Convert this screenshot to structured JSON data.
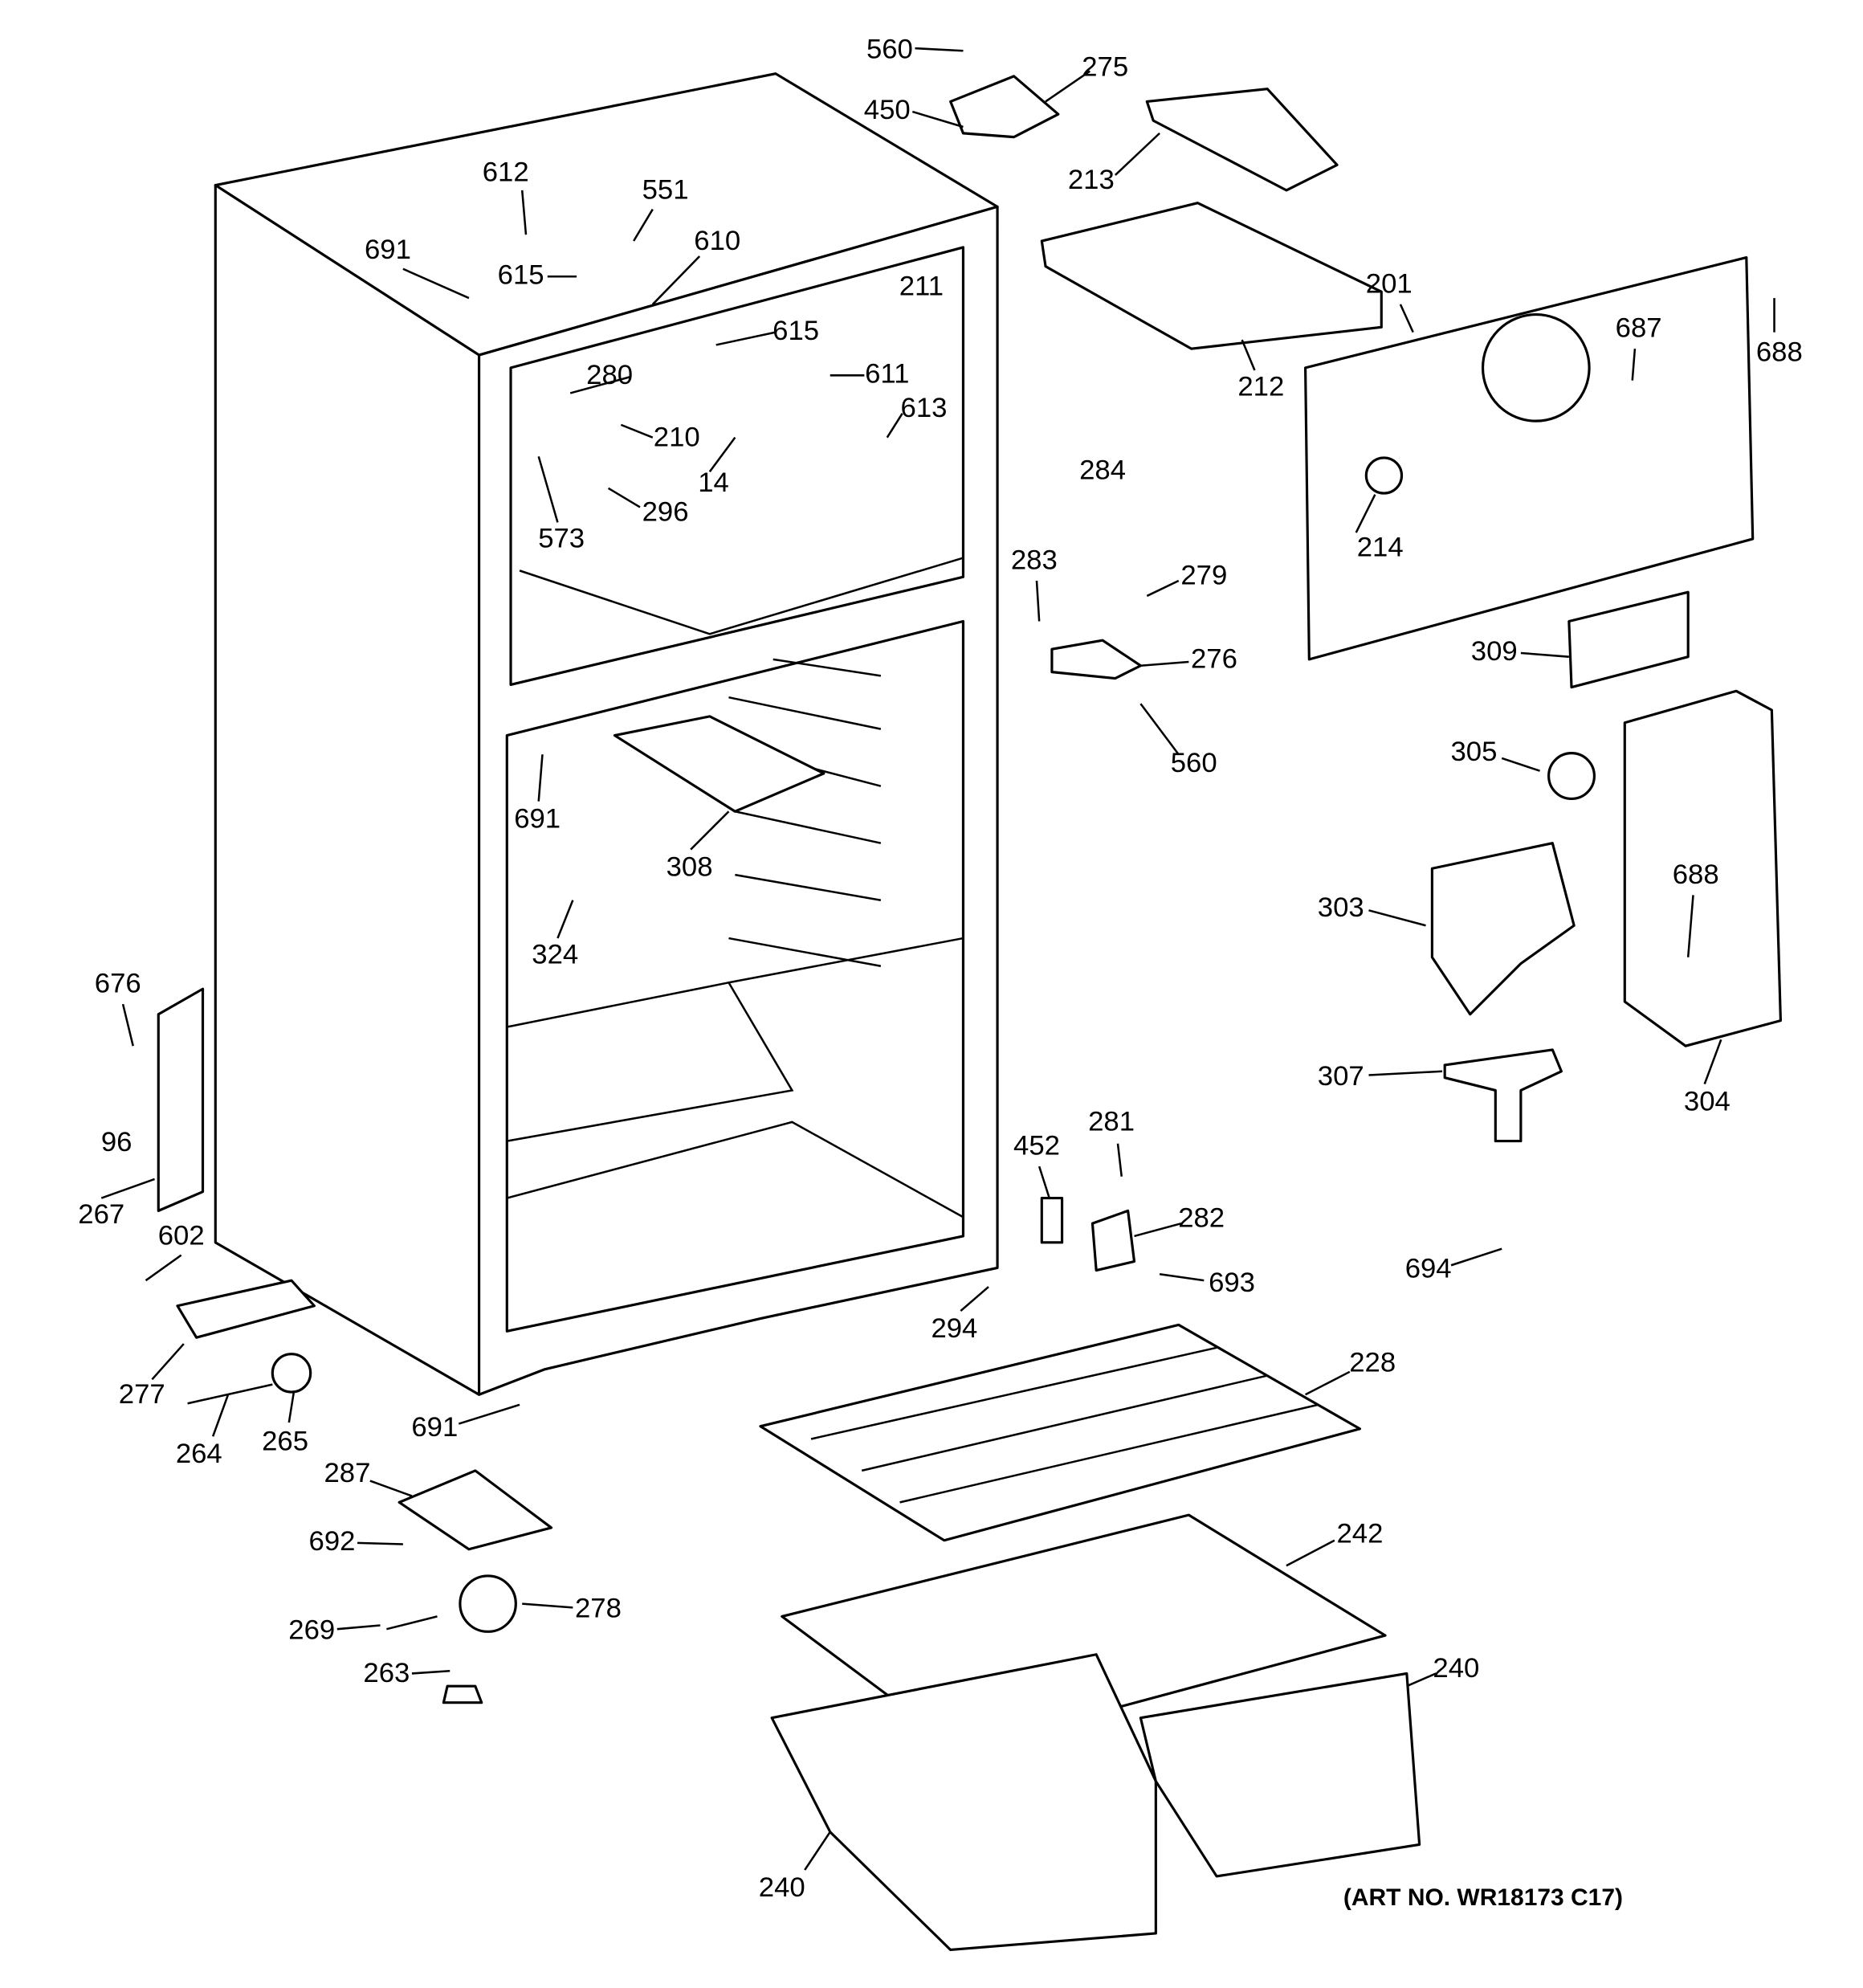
{
  "callouts": [
    "560",
    "275",
    "450",
    "213",
    "612",
    "551",
    "610",
    "691",
    "615",
    "211",
    "615",
    "280",
    "611",
    "210",
    "613",
    "14",
    "573",
    "296",
    "201",
    "687",
    "688",
    "212",
    "284",
    "214",
    "283",
    "279",
    "276",
    "309",
    "560",
    "305",
    "691",
    "308",
    "324",
    "688",
    "303",
    "676",
    "96",
    "267",
    "602",
    "307",
    "304",
    "452",
    "281",
    "282",
    "693",
    "694",
    "294",
    "228",
    "277",
    "264",
    "265",
    "691",
    "287",
    "692",
    "242",
    "278",
    "269",
    "240",
    "263",
    "240"
  ],
  "art_number": "(ART NO. WR18173 C17)",
  "colors": {
    "line": "#000000",
    "background": "#ffffff"
  }
}
